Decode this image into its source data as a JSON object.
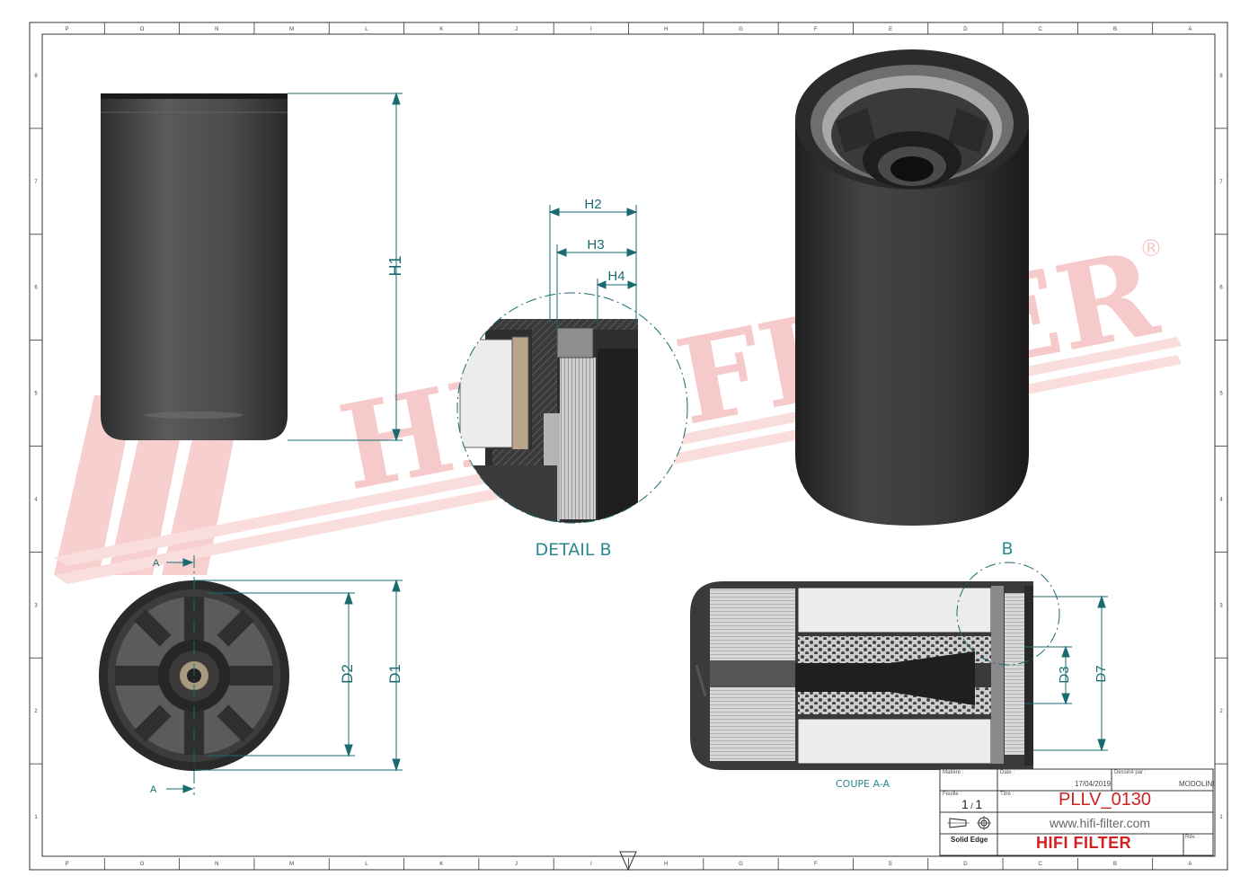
{
  "border": {
    "columns": [
      "P",
      "O",
      "N",
      "M",
      "L",
      "K",
      "J",
      "I",
      "H",
      "G",
      "F",
      "E",
      "D",
      "C",
      "B",
      "A"
    ],
    "rows": [
      "8",
      "7",
      "6",
      "5",
      "4",
      "3",
      "2",
      "1"
    ]
  },
  "watermark": {
    "text": "HIFI FILTER",
    "registered_mark": "®",
    "color": "#f4b8b8"
  },
  "views": {
    "detail_label": "DETAIL B",
    "section_label": "COUPE A-A",
    "detail_ref": "B",
    "section_ref": "A"
  },
  "dimensions": {
    "h1": "H1",
    "h2": "H2",
    "h3": "H3",
    "h4": "H4",
    "d1": "D1",
    "d2": "D2",
    "d3": "D3",
    "d7": "D7"
  },
  "title_block": {
    "matiere_label": "Matière :",
    "date_label": "Date :",
    "date_value": "17/04/2019",
    "dessine_label": "Dessiné par :",
    "dessine_value": "MODOLINI",
    "feuille_label": "Feuille :",
    "scale_num": "1",
    "scale_den": "1",
    "titre_label": "Titre :",
    "model": "PLLV_0130",
    "url": "www.hifi-filter.com",
    "software": "Solid Edge",
    "brand": "HIFI FILTER",
    "rev_label": "Rév. :"
  },
  "colors": {
    "dimension": "#1a6b70",
    "body": "#4a4a4a",
    "accent_red": "#d42020"
  }
}
